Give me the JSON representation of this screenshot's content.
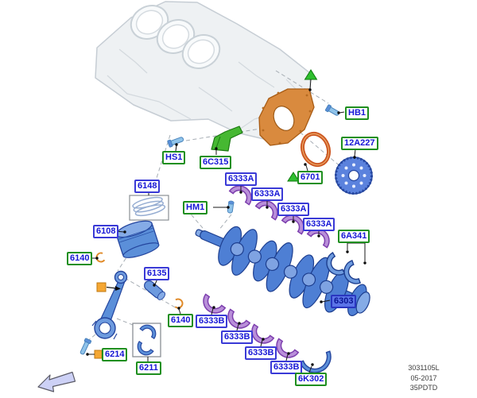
{
  "parts_diagram": {
    "labels": {
      "hs1": "HS1",
      "hb1": "HB1",
      "hm1": "HM1",
      "n6c315": "6C315",
      "n12a227": "12A227",
      "n6701": "6701",
      "n6333a": "6333A",
      "n6333b": "6333B",
      "n6148": "6148",
      "n6108": "6108",
      "n6140": "6140",
      "n6135": "6135",
      "n6214": "6214",
      "n6211": "6211",
      "n6a341": "6A341",
      "n6303": "6303",
      "n6k302": "6K302"
    },
    "footer": {
      "catalog_code": "3031105L",
      "date": "05-2017",
      "engine_code": "35PDTD"
    },
    "colors": {
      "label_text": "#1616d6",
      "green_border": "#1f8f1f",
      "blue_border": "#3a3ad6",
      "selected_fill": "#5b74e8",
      "part_blue": "#5b8fd9",
      "bearing_purple": "#b98fd9",
      "plate_orange": "#d98a3e",
      "seal_orange": "#cc5520",
      "hardware_green": "#46b832",
      "marker_orange": "#f5a733"
    }
  }
}
